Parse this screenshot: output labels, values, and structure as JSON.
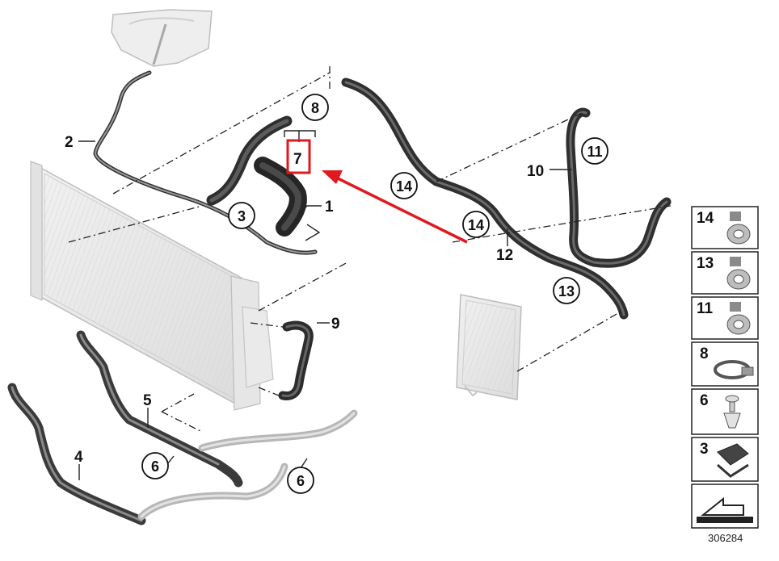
{
  "diagram": {
    "reference_number": "306284",
    "callouts_plain": [
      "1",
      "2",
      "4",
      "5",
      "7",
      "9",
      "10",
      "12"
    ],
    "callouts_circled": [
      "3",
      "6",
      "6",
      "8",
      "11",
      "13",
      "14",
      "14"
    ],
    "highlighted_callout": "7",
    "legend": [
      "14",
      "13",
      "11",
      "8",
      "6",
      "3"
    ],
    "highlight_color": "#e0191e"
  }
}
